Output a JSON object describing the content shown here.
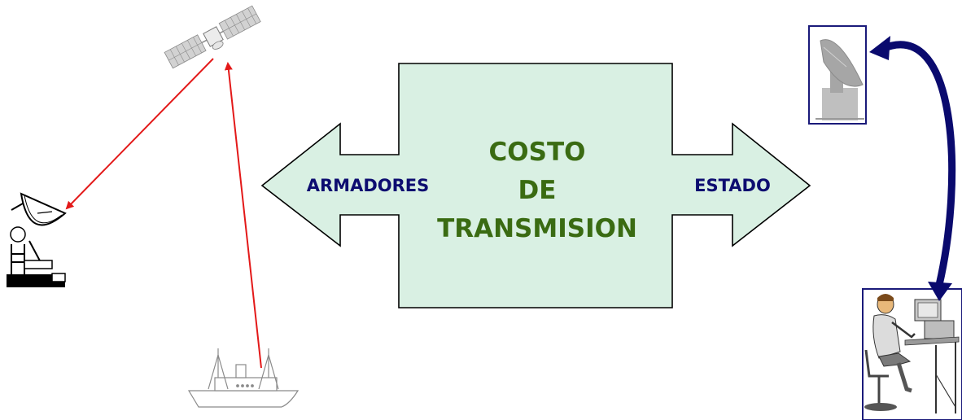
{
  "diagram": {
    "center_lines": [
      "COSTO",
      "DE",
      "TRANSMISION"
    ],
    "left_label": "ARMADORES",
    "right_label": "ESTADO"
  },
  "colors": {
    "box_fill": "#d9f0e3",
    "box_stroke": "#000000",
    "center_text": "#3a6b12",
    "side_text": "#0d0d70",
    "signal_line": "#e31919",
    "curved_arrow": "#0a0a6e",
    "frame": "#1a1a7a",
    "icon_gray": "#9a9a9a"
  },
  "icons": [
    "satellite-icon",
    "ground-station-dish-icon",
    "ship-icon",
    "antenna-photo-icon",
    "operator-computer-icon"
  ]
}
